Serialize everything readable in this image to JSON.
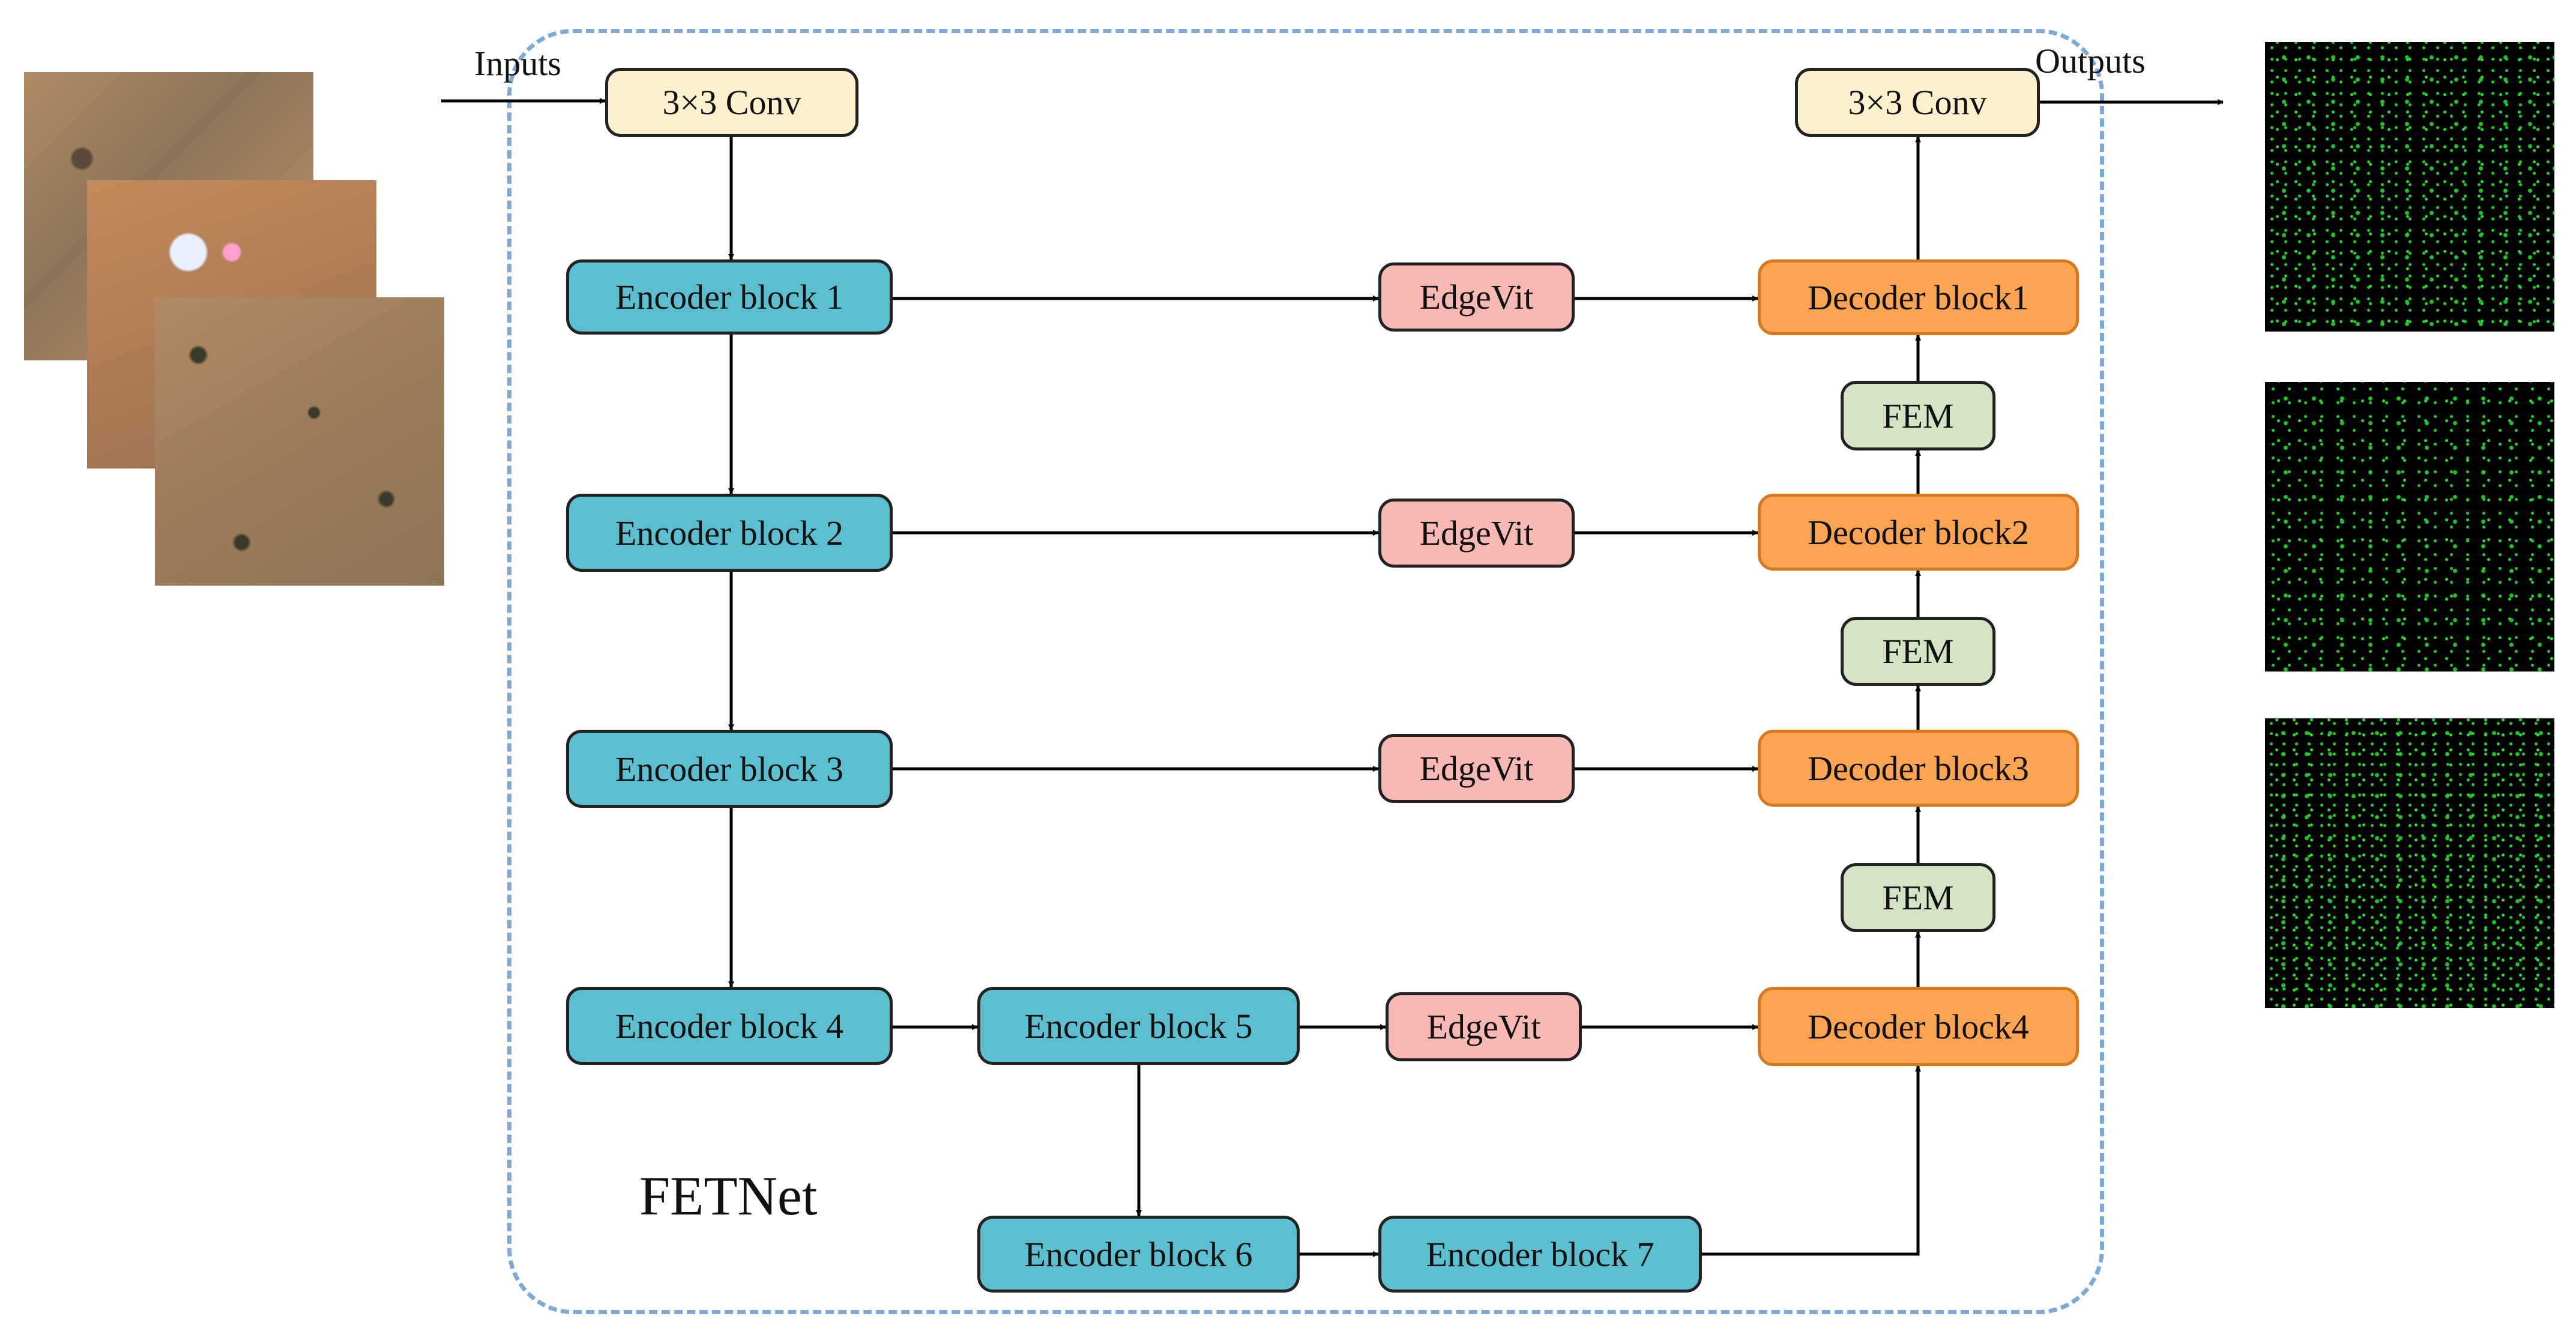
{
  "labels": {
    "inputs": "Inputs",
    "outputs": "Outputs",
    "network": "FETNet"
  },
  "conv": {
    "top_in": "3×3 Conv",
    "top_out": "3×3 Conv"
  },
  "encoders": [
    "Encoder block 1",
    "Encoder block 2",
    "Encoder block 3",
    "Encoder block 4",
    "Encoder block 5",
    "Encoder block 6",
    "Encoder block 7"
  ],
  "edgevit": [
    "EdgeVit",
    "EdgeVit",
    "EdgeVit",
    "EdgeVit"
  ],
  "decoders": [
    "Decoder block1",
    "Decoder block2",
    "Decoder block3",
    "Decoder block4"
  ],
  "fem": [
    "FEM",
    "FEM",
    "FEM"
  ],
  "colors": {
    "conv": "#fdf1cd",
    "encoder": "#5bbfd0",
    "edgevit": "#f8b9b4",
    "decoder": "#fda452",
    "fem": "#d4e3c3",
    "frame": "#7ea9d6",
    "output_mask": "#22d12a"
  }
}
